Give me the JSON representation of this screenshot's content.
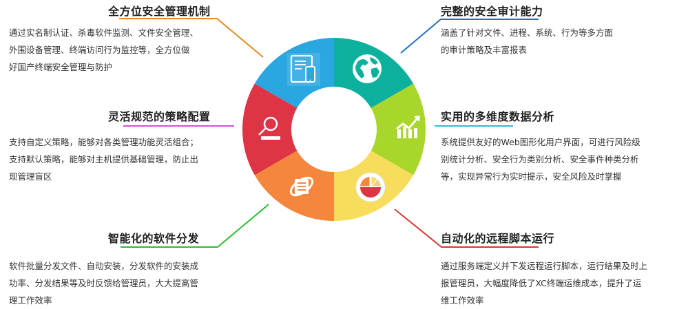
{
  "diagram": {
    "center_label": "",
    "segments": [
      {
        "id": "blue",
        "color": "#2AA7E0",
        "icon": "tablet-phone-icon"
      },
      {
        "id": "teal",
        "color": "#0DB09D",
        "icon": "globe-icon"
      },
      {
        "id": "lime",
        "color": "#A9D62A",
        "icon": "trend-chart-icon"
      },
      {
        "id": "yellow",
        "color": "#F8DD5C",
        "icon": "pie-chart-icon"
      },
      {
        "id": "orange",
        "color": "#F4863E",
        "icon": "ie-document-icon"
      },
      {
        "id": "red",
        "color": "#DD3446",
        "icon": "search-key-icon"
      }
    ]
  },
  "features": {
    "security": {
      "title": "全方位安全管理机制",
      "line_color": "#E8871E",
      "lines": [
        "通过实名制认证、杀毒软件监测、文件安全管理、",
        "外围设备管理、终端访问行为监控等，全方位做",
        "好国产终端安全管理与防护"
      ]
    },
    "audit": {
      "title": "完整的安全审计能力",
      "line_color": "#1F6FC4",
      "lines": [
        "涵盖了针对文件、进程、系统、行为等多方面",
        "的审计策略及丰富报表"
      ]
    },
    "policy": {
      "title": "灵活规范的策略配置",
      "line_color": "#D64FD6",
      "lines": [
        "支持自定义策略，能够对各类管理功能灵活组合；",
        "支持默认策略，能够对主机提供基础管理，防止出",
        "现管理盲区"
      ]
    },
    "analysis": {
      "title": "实用的多维度数据分析",
      "line_color": "#21C1D6",
      "lines": [
        "系统提供友好的Web图形化用户界面，可进行风险级",
        "别统计分析、安全行为类别分析、安全事件种类分析",
        "等，实现异常行为实时提示，安全风险及时掌握"
      ]
    },
    "distribution": {
      "title": "智能化的软件分发",
      "line_color": "#2DBE2D",
      "lines": [
        "软件批量分发文件、自动安装，分发软件的安装成",
        "功率、分发结果等及时反馈给管理员，大大提高管",
        "理工作效率"
      ]
    },
    "script": {
      "title": "自动化的远程脚本运行",
      "line_color": "#D23A2E",
      "lines": [
        "通过服务端定义并下发远程运行脚本，运行结果及时上",
        "报管理员，大幅度降低了XC终端运维成本，提升了运",
        "维工作效率"
      ]
    }
  }
}
